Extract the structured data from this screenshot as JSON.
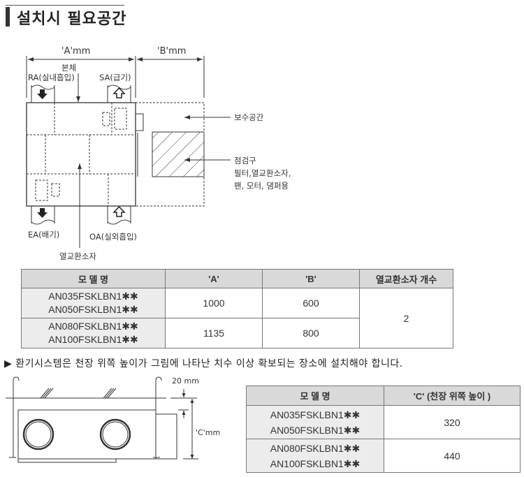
{
  "title": "설치시 필요공간",
  "diagram_top": {
    "dim_a": "'A'mm",
    "dim_b": "'B'mm",
    "body": "본체",
    "ra": "RA(실내흡입)",
    "sa": "SA(급기)",
    "ea": "EA(배기)",
    "oa": "OA(실외흡입)",
    "heat_exchanger": "열교환소자",
    "service_space": "보수공간",
    "inspection_port": "점검구",
    "inspection_note_1": "필터,열교환소자,",
    "inspection_note_2": "팬, 모터, 댐퍼용"
  },
  "table1": {
    "headers": [
      "모 델 명",
      "'A'",
      "'B'",
      "열교환소자 개수"
    ],
    "rows": [
      {
        "models": [
          "AN035FSKLBN1✱✱",
          "AN050FSKLBN1✱✱"
        ],
        "a": "1000",
        "b": "600"
      },
      {
        "models": [
          "AN080FSKLBN1✱✱",
          "AN100FSKLBN1✱✱"
        ],
        "a": "1135",
        "b": "800"
      }
    ],
    "count": "2"
  },
  "note": "▶ 환기시스템은 천장 위쪽 높이가 그림에 나타난 치수 이상 확보되는 장소에 설치해야 합니다.",
  "diagram_bottom": {
    "gap": "20 mm",
    "dim_c": "'C'mm"
  },
  "table2": {
    "headers": [
      "모 델 명",
      "'C' (천장 위쪽 높이 )"
    ],
    "rows": [
      {
        "models": [
          "AN035FSKLBN1✱✱",
          "AN050FSKLBN1✱✱"
        ],
        "c": "320"
      },
      {
        "models": [
          "AN080FSKLBN1✱✱",
          "AN100FSKLBN1✱✱"
        ],
        "c": "440"
      }
    ]
  }
}
